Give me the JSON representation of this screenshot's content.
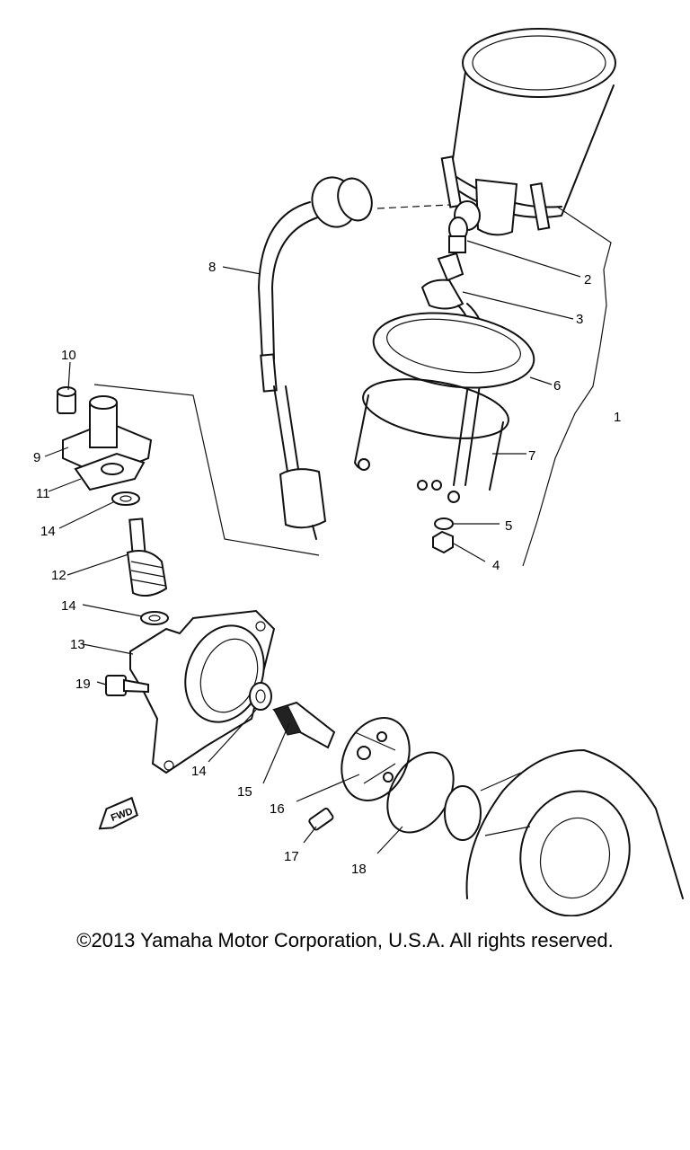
{
  "diagram": {
    "parts": [
      {
        "num": "1"
      },
      {
        "num": "2"
      },
      {
        "num": "3"
      },
      {
        "num": "4"
      },
      {
        "num": "5"
      },
      {
        "num": "6"
      },
      {
        "num": "7"
      },
      {
        "num": "8"
      },
      {
        "num": "9"
      },
      {
        "num": "10"
      },
      {
        "num": "11"
      },
      {
        "num": "12"
      },
      {
        "num": "13"
      },
      {
        "num": "14"
      },
      {
        "num": "14"
      },
      {
        "num": "14"
      },
      {
        "num": "15"
      },
      {
        "num": "16"
      },
      {
        "num": "17"
      },
      {
        "num": "18"
      },
      {
        "num": "19"
      }
    ],
    "direction_label": "FWD"
  },
  "footer": {
    "copyright": "©2013 Yamaha Motor Corporation, U.S.A. All rights reserved."
  }
}
